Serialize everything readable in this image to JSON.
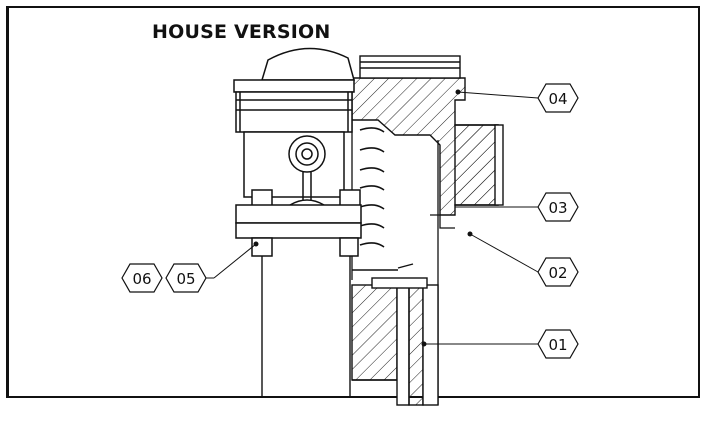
{
  "diagram": {
    "title": "HOUSE VERSION",
    "callouts": [
      {
        "id": "c01",
        "label": "01"
      },
      {
        "id": "c02",
        "label": "02"
      },
      {
        "id": "c03",
        "label": "03"
      },
      {
        "id": "c04",
        "label": "04"
      },
      {
        "id": "c05",
        "label": "05"
      },
      {
        "id": "c06",
        "label": "06"
      }
    ]
  }
}
